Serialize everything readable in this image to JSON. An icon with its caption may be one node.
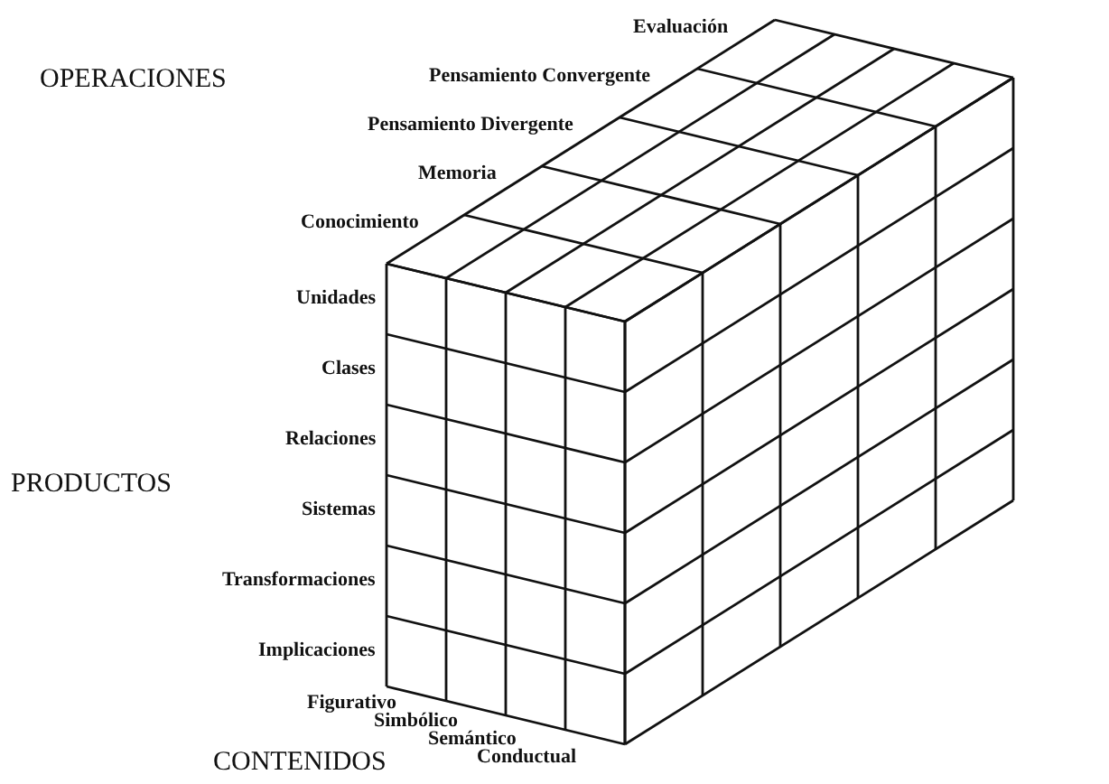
{
  "diagram": {
    "labels": [
      "Evaluación",
      "Pensamiento Convergente",
      "OPERACIONES",
      "Pensamiento Divergente",
      "Memoria",
      "Conocimiento",
      "Unidades",
      "Clases",
      "Relaciones",
      "PRODUCTOS",
      "Sistemas",
      "Transformaciones",
      "Implicaciones",
      "Figurativo",
      "Simbólico",
      "CONTENIDOS",
      "Semántico",
      "Conductual"
    ]
  }
}
